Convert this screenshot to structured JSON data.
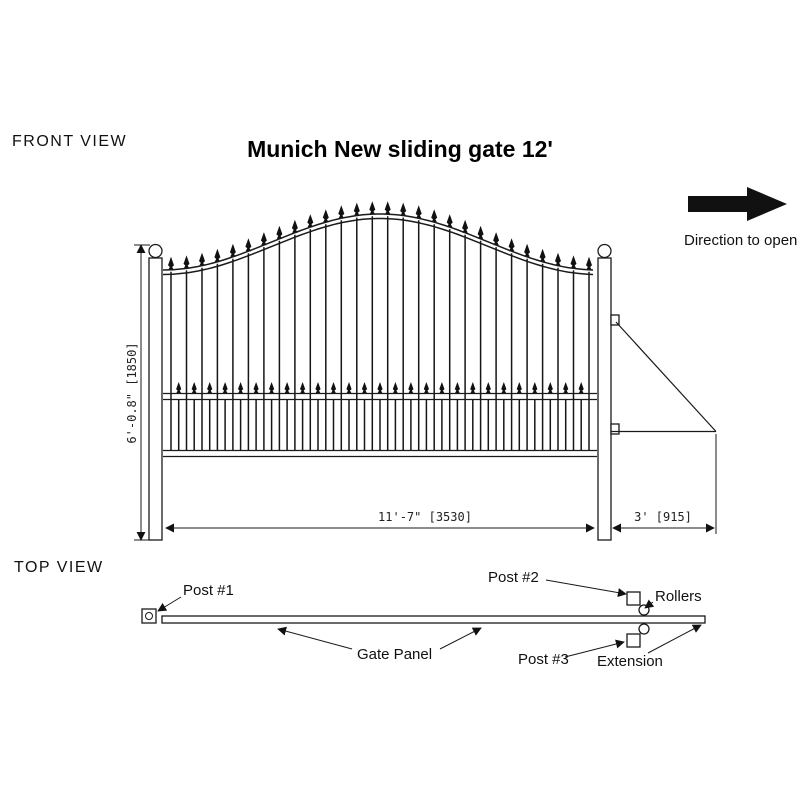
{
  "title": "Munich New sliding gate 12'",
  "front_view": {
    "label": "FRONT VIEW",
    "direction_label": "Direction to open",
    "dim_height": "6'-0.8\" [1850]",
    "dim_width": "11'-7\" [3530]",
    "dim_extension": "3' [915]"
  },
  "top_view": {
    "label": "TOP  VIEW",
    "post1_label": "Post #1",
    "post2_label": "Post #2",
    "post3_label": "Post #3",
    "rollers_label": "Rollers",
    "gate_panel_label": "Gate  Panel",
    "extension_label": "Extension"
  },
  "colors": {
    "line": "#1a1a1a",
    "fill": "#111111",
    "background": "#ffffff"
  }
}
